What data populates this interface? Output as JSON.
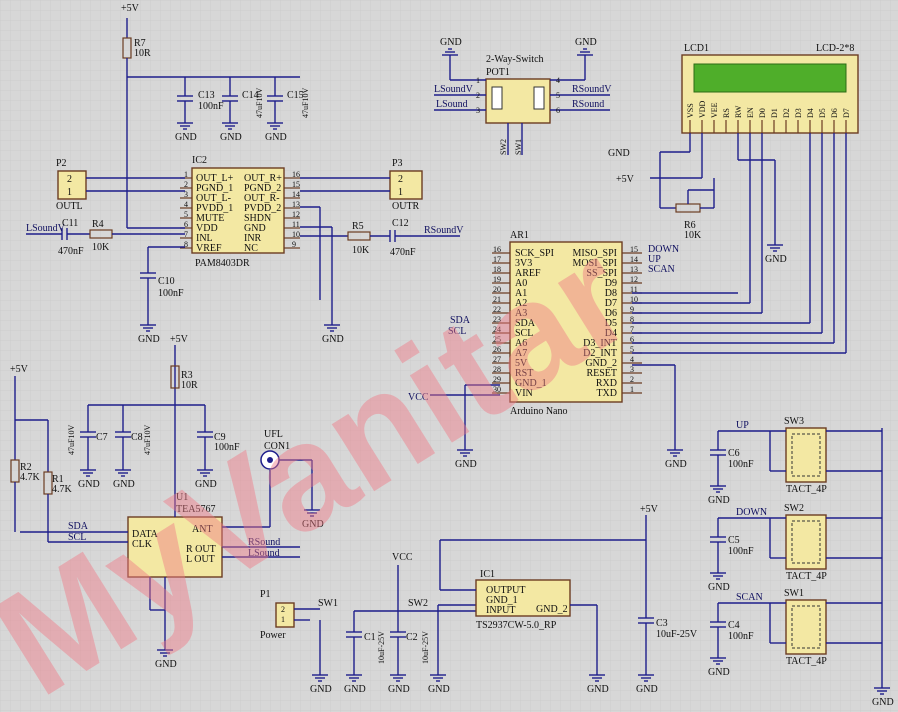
{
  "watermark": "MyVanitar",
  "rails": {
    "vcc5": "+5V",
    "vcc": "VCC",
    "gnd": "GND"
  },
  "labels": {
    "r7": "R7",
    "r7v": "10R",
    "c13": "C13",
    "c13v": "100nF",
    "c14": "C14",
    "c14v": "47uF10V",
    "c15": "C15",
    "c15v": "47uF10V",
    "p2": "P2",
    "outl": "OUTL",
    "p3": "P3",
    "outr": "OUTR",
    "ic2": "IC2",
    "ic2name": "PAM8403DR",
    "c11": "C11",
    "c11v": "470nF",
    "r4": "R4",
    "r4v": "10K",
    "r5": "R5",
    "r5v": "10K",
    "c12": "C12",
    "c12v": "470nF",
    "c10": "C10",
    "c10v": "100nF",
    "lsoundv": "LSoundV",
    "rsoundv": "RSoundV",
    "lsound": "LSound",
    "rsound": "RSound",
    "switch": "2-Way-Switch",
    "pot1": "POT1",
    "sw2pin": "SW2",
    "sw1pin": "SW1",
    "lcd1": "LCD1",
    "lcdname": "LCD-2*8",
    "r6": "R6",
    "r6v": "10K",
    "ar1": "AR1",
    "arname": "Arduino Nano",
    "down": "DOWN",
    "up": "UP",
    "scan": "SCAN",
    "sda": "SDA",
    "scl": "SCL",
    "r3": "R3",
    "r3v": "10R",
    "c7": "C7",
    "c7v": "47uF10V",
    "c8": "C8",
    "c8v": "47uF10V",
    "c9": "C9",
    "c9v": "100nF",
    "r2": "R2",
    "r2v": "4.7K",
    "r1": "R1",
    "r1v": "4.7K",
    "ufl": "UFL",
    "con1": "CON1",
    "u1": "U1",
    "u1name": "TEA5767",
    "data": "DATA",
    "clk": "CLK",
    "ant": "ANT",
    "rout": "R OUT",
    "lout": "L OUT",
    "p1": "P1",
    "power": "Power",
    "sw1": "SW1",
    "sw2": "SW2",
    "c1": "C1",
    "c1v": "10uF-25V",
    "c2": "C2",
    "c2v": "10uF-25V",
    "ic1": "IC1",
    "ic1name": "TS2937CW-5.0_RP",
    "output": "OUTPUT",
    "gnd1": "GND_1",
    "input": "INPUT",
    "gnd2": "GND_2",
    "c3": "C3",
    "c3v": "10uF-25V",
    "sw3": "SW3",
    "tact": "TACT_4P",
    "c6": "C6",
    "c6v": "100nF",
    "c5": "C5",
    "c5v": "100nF",
    "c4": "C4",
    "c4v": "100nF"
  },
  "ic2_left": [
    "OUT_L+",
    "PGND_1",
    "OUT_L-",
    "PVDD_1",
    "MUTE",
    "VDD",
    "INL",
    "VREF"
  ],
  "ic2_right": [
    "OUT_R+",
    "PGND_2",
    "OUT_R-",
    "PVDD_2",
    "SHDN",
    "GND",
    "INR",
    "NC"
  ],
  "ic2_lnum": [
    "1",
    "2",
    "3",
    "4",
    "5",
    "6",
    "7",
    "8"
  ],
  "ic2_rnum": [
    "16",
    "15",
    "14",
    "13",
    "12",
    "11",
    "10",
    "9"
  ],
  "ar_left": [
    "SCK_SPI",
    "3V3",
    "AREF",
    "A0",
    "A1",
    "A2",
    "A3",
    "SDA",
    "SCL",
    "A6",
    "A7",
    "5V",
    "RST",
    "GND_1",
    "VIN"
  ],
  "ar_right": [
    "MISO_SPI",
    "MOSI_SPI",
    "SS_SPI",
    "D9",
    "D8",
    "D7",
    "D6",
    "D5",
    "D4",
    "D3_INT",
    "D2_INT",
    "GND_2",
    "RESET",
    "RXD",
    "TXD"
  ],
  "ar_lnum": [
    "16",
    "17",
    "18",
    "19",
    "20",
    "21",
    "22",
    "23",
    "24",
    "25",
    "26",
    "27",
    "28",
    "29",
    "30"
  ],
  "ar_rnum": [
    "15",
    "14",
    "13",
    "12",
    "11",
    "10",
    "9",
    "8",
    "7",
    "6",
    "5",
    "4",
    "3",
    "2",
    "1"
  ],
  "lcd_pins": [
    "VSS",
    "VDD",
    "VEE",
    "RS",
    "RW",
    "EN",
    "D0",
    "D1",
    "D2",
    "D3",
    "D4",
    "D5",
    "D6",
    "D7"
  ],
  "colors": {
    "wire": "#1e1e8c",
    "body": "#f3e8a3",
    "lcd": "#4fae2a",
    "grid": "#c6c6c6"
  }
}
